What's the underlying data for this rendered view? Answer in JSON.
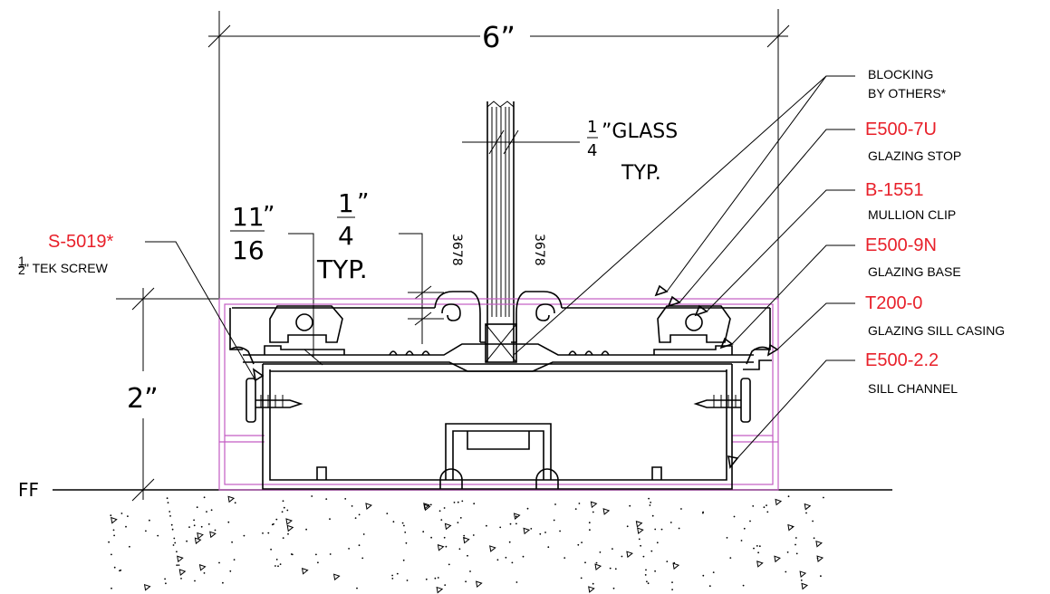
{
  "colors": {
    "part_number": "#e8202a",
    "line": "#000000",
    "casing": "#c35cc3"
  },
  "dims": {
    "width": "6”",
    "glass_num": "1",
    "glass_den": "4",
    "glass_text": "”GLASS",
    "glass_typ": "TYP.",
    "frac1_num": "11",
    "frac1_den": "16",
    "frac1_mark": "”",
    "frac2_num": "1",
    "frac2_den": "4",
    "frac2_mark": "”",
    "frac2_typ": "TYP.",
    "height": "2”",
    "ff": "FF",
    "gasket_left": "3678",
    "gasket_right": "3678"
  },
  "callouts": [
    {
      "part": "",
      "desc": "BLOCKING",
      "desc2": "BY OTHERS*"
    },
    {
      "part": "E500-7U",
      "desc": "GLAZING STOP"
    },
    {
      "part": "B-1551",
      "desc": "MULLION CLIP"
    },
    {
      "part": "E500-9N",
      "desc": "GLAZING BASE"
    },
    {
      "part": "T200-0",
      "desc": "GLAZING SILL CASING"
    },
    {
      "part": "E500-2.2",
      "desc": "SILL CHANNEL"
    }
  ],
  "screw": {
    "part": "S-5019*",
    "desc_num": "1",
    "desc_den": "2",
    "desc": "\" TEK SCREW"
  }
}
